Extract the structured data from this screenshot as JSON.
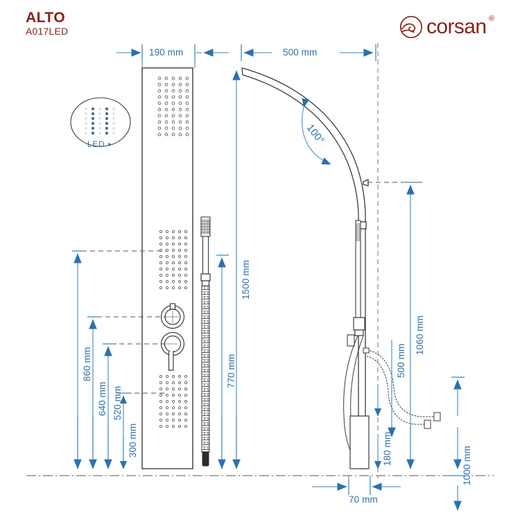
{
  "header": {
    "product_name": "ALTO",
    "product_code": "A017LED",
    "brand_name": "corsan",
    "brand_registered": "®",
    "brand_color": "#8c2018",
    "logo_icon": "wave-circle-icon"
  },
  "theme": {
    "dimension_color": "#2d70ad",
    "dimension_line_color": "#5b9bc9",
    "outline_color": "#333333",
    "led_dot_color": "#46698a",
    "background": "#ffffff"
  },
  "detail_callout": {
    "label": "LED",
    "marker": "•",
    "icon": "led-shower-head-icon"
  },
  "angles": [
    {
      "name": "arm-angle",
      "value": "100",
      "unit": "°",
      "text": "100°"
    }
  ],
  "dimensions": {
    "top": [
      {
        "name": "panel-width",
        "text": "190 mm",
        "value": 190,
        "unit": "mm"
      },
      {
        "name": "arm-reach",
        "text": "500 mm",
        "value": 500,
        "unit": "mm"
      }
    ],
    "left": [
      {
        "name": "height-to-diverter",
        "text": "860 mm",
        "value": 860,
        "unit": "mm"
      },
      {
        "name": "height-to-mixer",
        "text": "640 mm",
        "value": 640,
        "unit": "mm"
      },
      {
        "name": "height-to-lower-jets-top",
        "text": "520 mm",
        "value": 520,
        "unit": "mm"
      },
      {
        "name": "height-to-lower-jets-bottom",
        "text": "300 mm",
        "value": 300,
        "unit": "mm"
      }
    ],
    "center": [
      {
        "name": "handset-height",
        "text": "770 mm",
        "value": 770,
        "unit": "mm"
      },
      {
        "name": "panel-total-height",
        "text": "1500 mm",
        "value": 1500,
        "unit": "mm"
      }
    ],
    "right": [
      {
        "name": "hose-length",
        "text": "500 mm",
        "value": 500,
        "unit": "mm"
      },
      {
        "name": "height-to-arm-joint",
        "text": "1060 mm",
        "value": 1060,
        "unit": "mm"
      },
      {
        "name": "hose-drop",
        "text": "180 mm",
        "value": 180,
        "unit": "mm"
      },
      {
        "name": "height-to-outlet",
        "text": "1000 mm",
        "value": 1000,
        "unit": "mm"
      }
    ],
    "bottom": [
      {
        "name": "panel-depth",
        "text": "70 mm",
        "value": 70,
        "unit": "mm"
      }
    ]
  },
  "drawing": {
    "front_view_name": "shower-panel-front-view",
    "side_view_name": "shower-panel-side-view",
    "components": [
      {
        "name": "rain-head-jets",
        "rows": 10,
        "cols": 5
      },
      {
        "name": "upper-body-jets",
        "rows": 10,
        "cols": 6
      },
      {
        "name": "lower-body-jets",
        "rows": 9,
        "cols": 6
      },
      {
        "name": "diverter-knob"
      },
      {
        "name": "mixer-handle"
      },
      {
        "name": "handheld-shower"
      },
      {
        "name": "shower-hose"
      },
      {
        "name": "curved-shower-arm"
      }
    ]
  }
}
